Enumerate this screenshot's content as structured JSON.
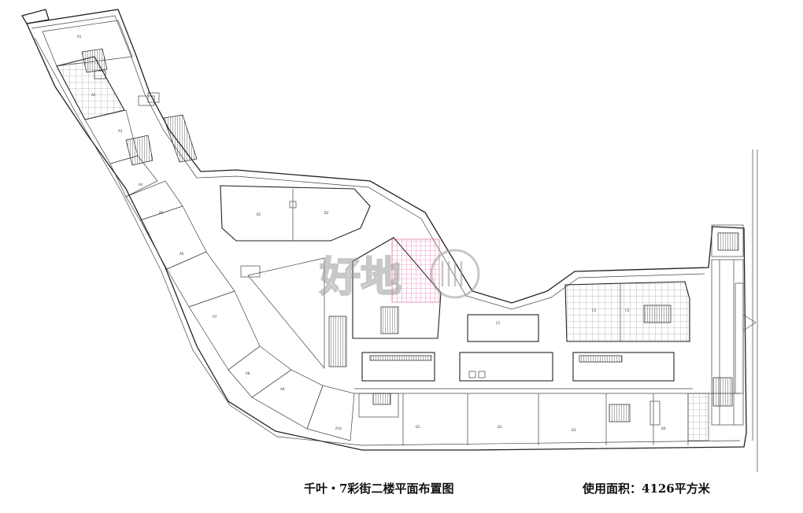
{
  "title": "千叶・7彩街二楼平面布置图",
  "area_label": "使用面积：4126平方米",
  "watermark": "好地",
  "colors": {
    "lines": "#222222",
    "highlight_grid": "#d9559d",
    "background": "#ffffff"
  }
}
